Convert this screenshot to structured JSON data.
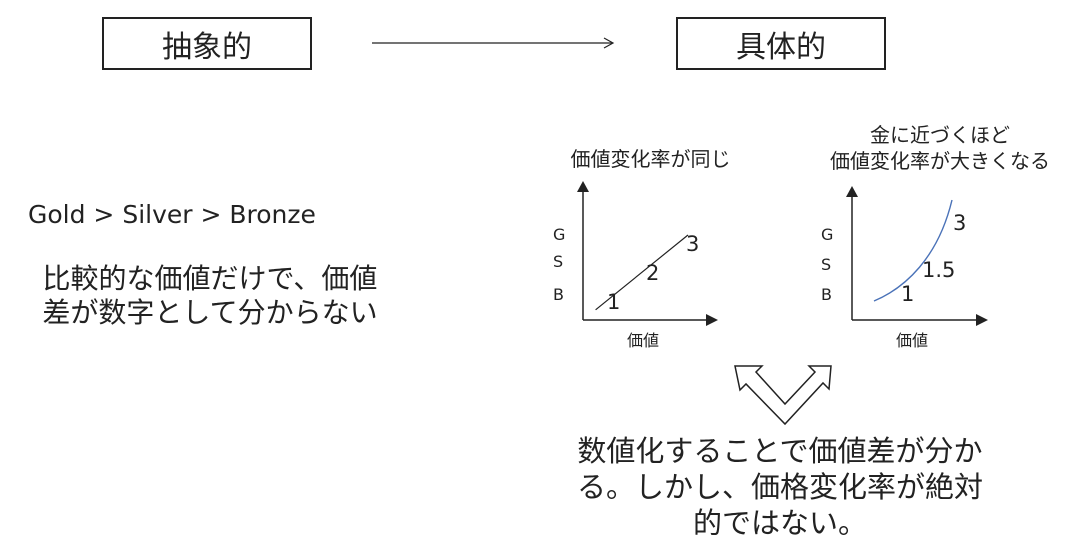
{
  "header": {
    "abstract_label": "抽象的",
    "concrete_label": "具体的"
  },
  "left": {
    "ranking": "Gold > Silver > Bronze",
    "note": "比較的な価値だけで、価値差が数字として分からない"
  },
  "chart_data": [
    {
      "type": "line",
      "title": "価値変化率が同じ",
      "xlabel": "価値",
      "y_tick_labels": [
        "G",
        "S",
        "B"
      ],
      "points": [
        {
          "label": "1",
          "x": 1,
          "y": 1
        },
        {
          "label": "2",
          "x": 2,
          "y": 2
        },
        {
          "label": "3",
          "x": 3,
          "y": 3
        }
      ]
    },
    {
      "type": "line",
      "title": "金に近づくほど\n価値変化率が大きくなる",
      "title_lines": [
        "金に近づくほど",
        "価値変化率が大きくなる"
      ],
      "xlabel": "価値",
      "y_tick_labels": [
        "G",
        "S",
        "B"
      ],
      "points": [
        {
          "label": "1",
          "x": 1,
          "y": 1
        },
        {
          "label": "1.5",
          "x": 1.5,
          "y": 2
        },
        {
          "label": "3",
          "x": 3,
          "y": 3
        }
      ]
    }
  ],
  "bottom": {
    "note": "数値化することで価値差が分かる。しかし、価格変化率が絶対的ではない。"
  },
  "colors": {
    "text": "#222222",
    "curve": "#4a72b8"
  }
}
